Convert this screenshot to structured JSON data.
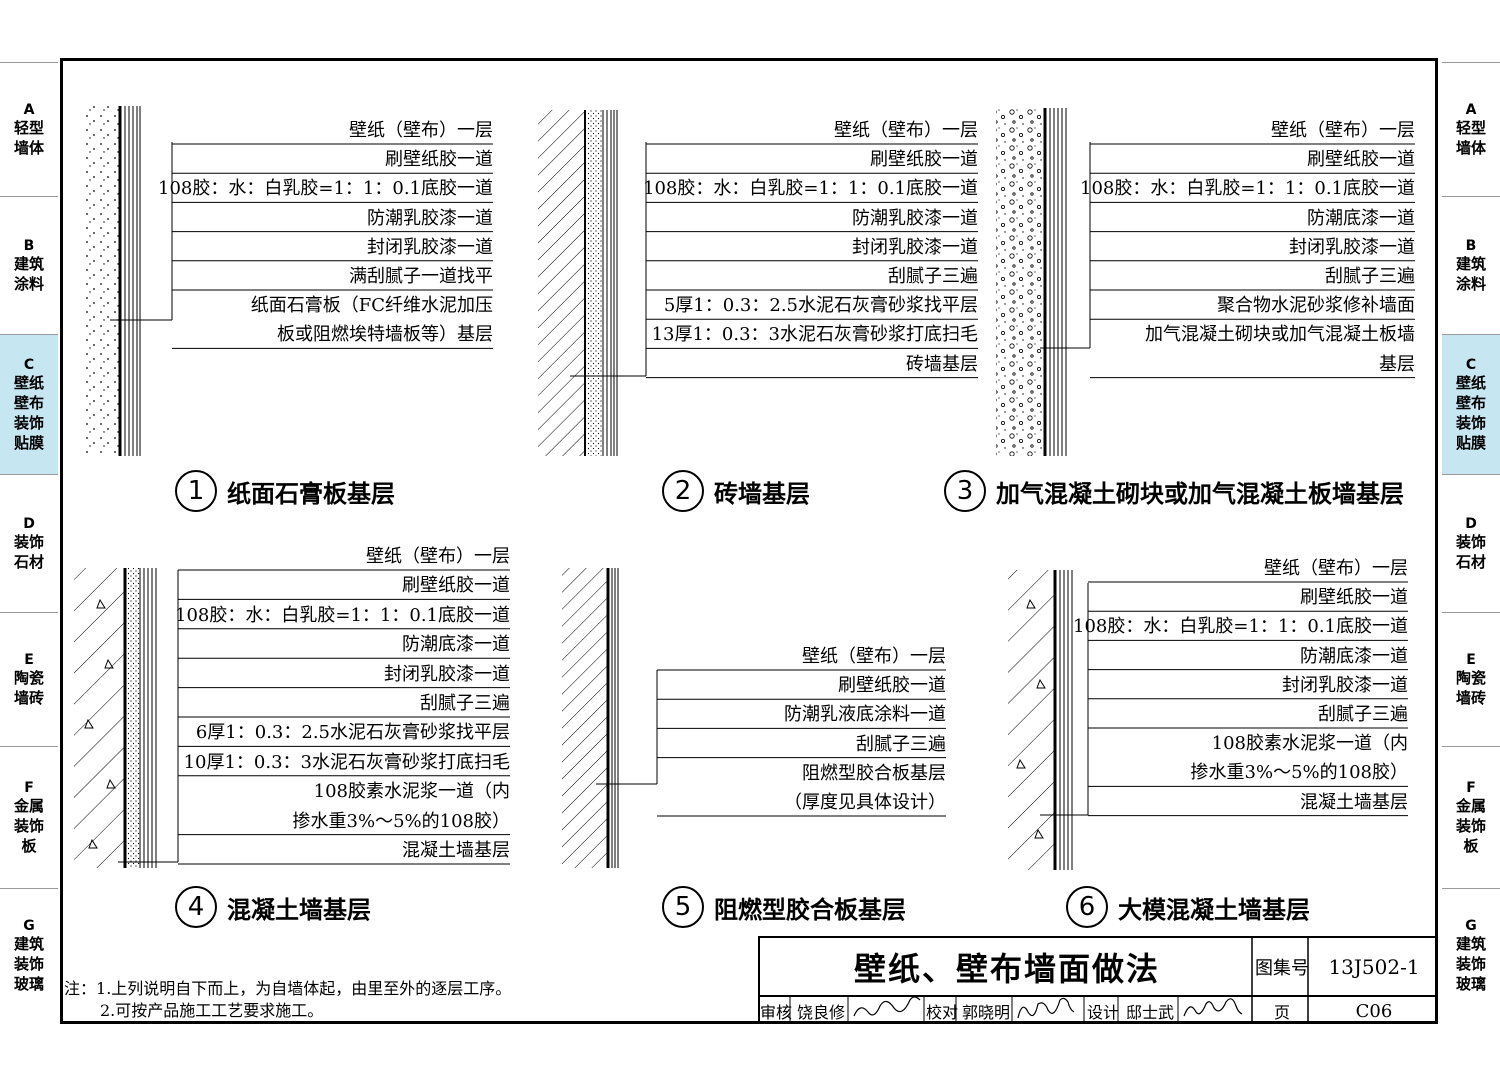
{
  "side_tabs": [
    {
      "letter": "A",
      "text": "轻型墙体"
    },
    {
      "letter": "B",
      "text": "建筑涂料"
    },
    {
      "letter": "C",
      "text": "壁纸壁布装饰贴膜"
    },
    {
      "letter": "D",
      "text": "装饰石材"
    },
    {
      "letter": "E",
      "text": "陶瓷墙砖"
    },
    {
      "letter": "F",
      "text": "金属装饰板"
    },
    {
      "letter": "G",
      "text": "建筑装饰玻璃"
    }
  ],
  "active_tab": "C",
  "details": [
    {
      "num": "1",
      "caption": "纸面石膏板基层",
      "layers": [
        "壁纸（壁布）一层",
        "刷壁纸胶一道",
        "108胶：水：白乳胶=1：1：0.1底胶一道",
        "防潮乳胶漆一道",
        "封闭乳胶漆一道",
        "满刮腻子一道找平",
        "纸面石膏板（FC纤维水泥加压",
        "板或阻燃埃特墙板等）基层"
      ]
    },
    {
      "num": "2",
      "caption": "砖墙基层",
      "layers": [
        "壁纸（壁布）一层",
        "刷壁纸胶一道",
        "108胶：水：白乳胶=1：1：0.1底胶一道",
        "防潮乳胶漆一道",
        "封闭乳胶漆一道",
        "刮腻子三遍",
        "5厚1：0.3：2.5水泥石灰膏砂浆找平层",
        "13厚1：0.3：3水泥石灰膏砂浆打底扫毛",
        "砖墙基层"
      ]
    },
    {
      "num": "3",
      "caption": "加气混凝土砌块或加气混凝土板墙基层",
      "layers": [
        "壁纸（壁布）一层",
        "刷壁纸胶一道",
        "108胶：水：白乳胶=1：1：0.1底胶一道",
        "防潮底漆一道",
        "封闭乳胶漆一道",
        "刮腻子三遍",
        "聚合物水泥砂浆修补墙面",
        "加气混凝土砌块或加气混凝土板墙",
        "基层"
      ]
    },
    {
      "num": "4",
      "caption": "混凝土墙基层",
      "layers": [
        "壁纸（壁布）一层",
        "刷壁纸胶一道",
        "108胶：水：白乳胶=1：1：0.1底胶一道",
        "防潮底漆一道",
        "封闭乳胶漆一道",
        "刮腻子三遍",
        "6厚1：0.3：2.5水泥石灰膏砂浆找平层",
        "10厚1：0.3：3水泥石灰膏砂浆打底扫毛",
        "108胶素水泥浆一道（内",
        "掺水重3%～5%的108胶）",
        "混凝土墙基层"
      ]
    },
    {
      "num": "5",
      "caption": "阻燃型胶合板基层",
      "layers": [
        "壁纸（壁布）一层",
        "刷壁纸胶一道",
        "防潮乳液底涂料一道",
        "刮腻子三遍",
        "阻燃型胶合板基层",
        "（厚度见具体设计）"
      ]
    },
    {
      "num": "6",
      "caption": "大模混凝土墙基层",
      "layers": [
        "壁纸（壁布）一层",
        "刷壁纸胶一道",
        "108胶：水：白乳胶=1：1：0.1底胶一道",
        "防潮底漆一道",
        "封闭乳胶漆一道",
        "刮腻子三遍",
        "108胶素水泥浆一道（内",
        "掺水重3%～5%的108胶）",
        "混凝土墙基层"
      ]
    }
  ],
  "title_block": {
    "title": "壁纸、壁布墙面做法",
    "atlas_label": "图集号",
    "atlas_no": "13J502-1",
    "review_label": "审核",
    "reviewer": "饶良修",
    "check_label": "校对",
    "checker": "郭晓明",
    "design_label": "设计",
    "designer": "邸士武",
    "page_label": "页",
    "page_no": "C06"
  },
  "notes": {
    "prefix": "注：",
    "items": [
      "1.上列说明自下而上，为自墙体起，由里至外的逐层工序。",
      "2.可按产品施工工艺要求施工。"
    ]
  }
}
